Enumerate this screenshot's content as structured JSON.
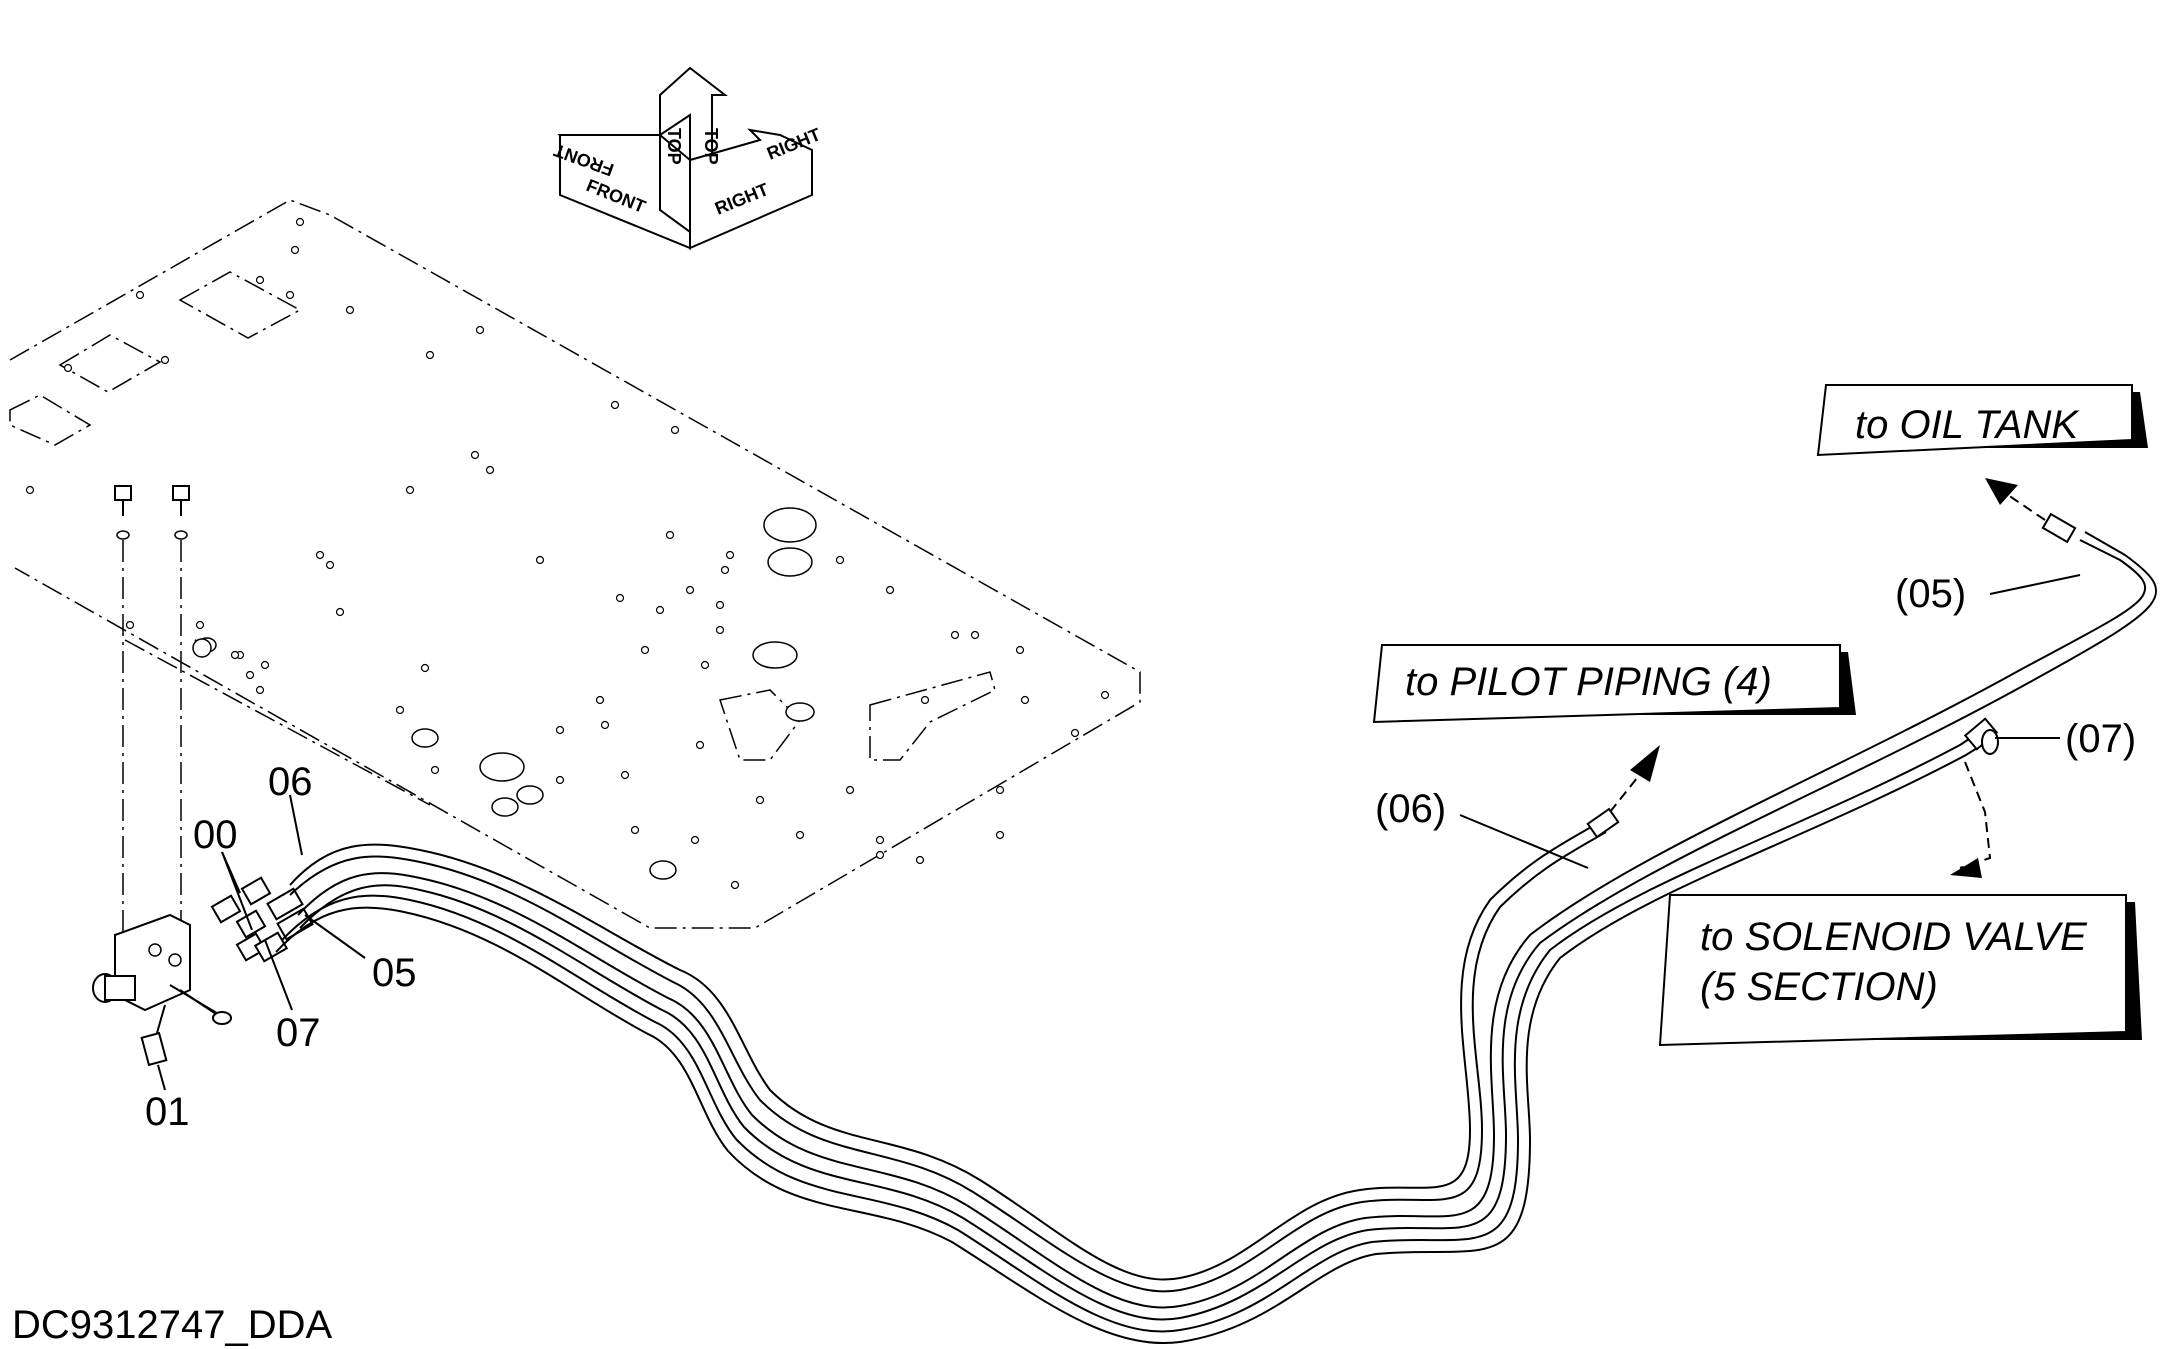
{
  "diagram": {
    "orientation": {
      "top": "TOP",
      "front": "FRONT",
      "right": "RIGHT"
    },
    "part_labels": {
      "p00": "00",
      "p01": "01",
      "p05": "05",
      "p06": "06",
      "p07": "07",
      "ref05": "(05)",
      "ref06": "(06)",
      "ref07": "(07)"
    },
    "callouts": {
      "oil_tank": "to OIL  TANK",
      "pilot_piping": "to PILOT  PIPING  (4)",
      "solenoid_line1": "to SOLENOID  VALVE",
      "solenoid_line2": "(5 SECTION)"
    },
    "document_id": "DC9312747_DDA"
  }
}
